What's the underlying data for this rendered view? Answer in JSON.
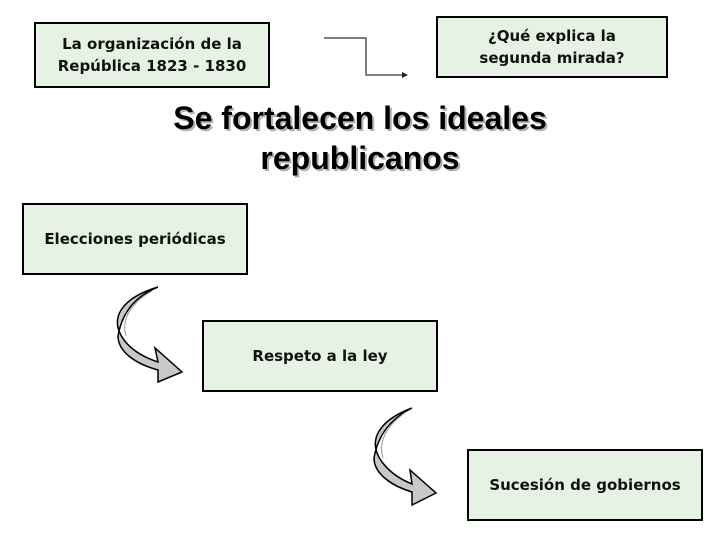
{
  "diagram": {
    "top_left_box": "La organización de la\nRepública 1823 - 1830",
    "top_right_box": "¿Qué explica la\nsegunda mirada?",
    "title": "Se fortalecen los ideales\nrepublicanos",
    "steps": [
      "Elecciones periódicas",
      "Respeto a la ley",
      "Sucesión de gobiernos"
    ],
    "colors": {
      "box_fill": "#e6f2e3",
      "arrow_fill": "#c8c8c8",
      "arrow_stroke": "#000000"
    }
  }
}
